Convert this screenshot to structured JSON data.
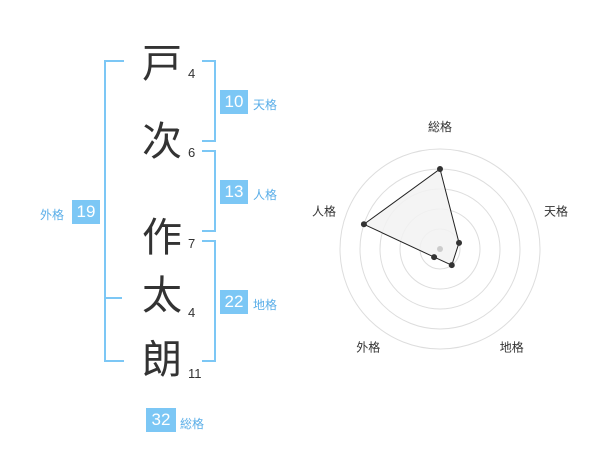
{
  "name": {
    "chars": [
      {
        "char": "戸",
        "strokes": "4"
      },
      {
        "char": "次",
        "strokes": "6"
      },
      {
        "char": "作",
        "strokes": "7"
      },
      {
        "char": "太",
        "strokes": "4"
      },
      {
        "char": "朗",
        "strokes": "11"
      }
    ]
  },
  "kaku": {
    "tenkaku": {
      "label": "天格",
      "value": "10"
    },
    "jinkaku": {
      "label": "人格",
      "value": "13"
    },
    "chikaku": {
      "label": "地格",
      "value": "22"
    },
    "gaikaku": {
      "label": "外格",
      "value": "19"
    },
    "soukaku": {
      "label": "総格",
      "value": "32"
    }
  },
  "radar": {
    "axes": [
      "総格",
      "天格",
      "地格",
      "外格",
      "人格"
    ],
    "levels": 5,
    "values": [
      4,
      1,
      1,
      0.5,
      4
    ],
    "max": 5,
    "colors": {
      "fill": "#f2f2f2",
      "line": "#222222",
      "grid": "#dddddd",
      "point": "#333333",
      "center": "#cccccc"
    }
  },
  "colors": {
    "accent": "#7cc7f5",
    "accent_text": "#5aaee8"
  }
}
